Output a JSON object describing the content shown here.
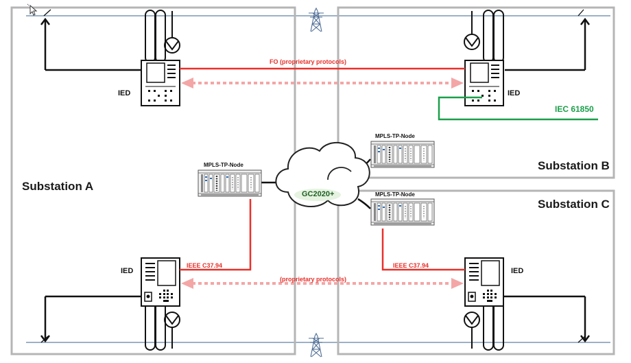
{
  "substations": {
    "a": "Substation A",
    "b": "Substation B",
    "c": "Substation C"
  },
  "ied_label": "IED",
  "node_label": "MPLS-TP-Node",
  "links": {
    "fo": "FO (proprietary protocols)",
    "proprietary": "(proprietary protocols)",
    "ieee_left": "IEEE C37.94",
    "ieee_right": "IEEE C37.94",
    "iec": "IEC 61850"
  },
  "cloud_label": "GC2020+",
  "colors": {
    "red_link": "#e8302a",
    "dashed_link": "#f4a6a6",
    "green_bus": "#1a9f4a",
    "bus_line": "#7b97b5",
    "box_border": "#b5b5b5"
  },
  "icons": {
    "tower": "transmission-tower-icon",
    "transformer": "current-transformer-icon",
    "breaker": "circuit-breaker-icon",
    "cursor": "mouse-cursor-icon"
  }
}
